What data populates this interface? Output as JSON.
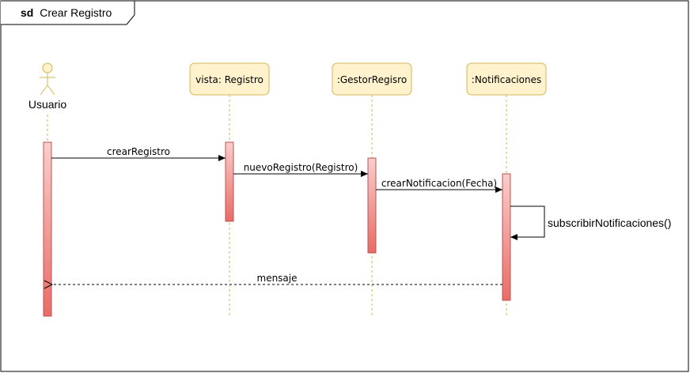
{
  "frame": {
    "keyword": "sd",
    "title": "Crear Registro"
  },
  "actor": {
    "name": "Usuario",
    "icon": "stick-figure-icon"
  },
  "lifelines": [
    {
      "label": "vista: Registro"
    },
    {
      "label": ":GestorRegisro"
    },
    {
      "label": ":Notificaciones"
    }
  ],
  "messages": [
    {
      "label": "crearRegistro",
      "kind": "sync"
    },
    {
      "label": "nuevoRegistro(Registro)",
      "kind": "sync"
    },
    {
      "label": "crearNotificacion(Fecha)",
      "kind": "sync"
    },
    {
      "label": "subscribirNotificaciones()",
      "kind": "self"
    },
    {
      "label": "mensaje",
      "kind": "return"
    }
  ],
  "colors": {
    "lifeline_fill": "#fff2cc",
    "lifeline_stroke": "#d6b656",
    "activation_top": "#f8cecc",
    "activation_bottom": "#ea6b66",
    "activation_stroke": "#b85450",
    "frame_stroke": "#000000"
  }
}
